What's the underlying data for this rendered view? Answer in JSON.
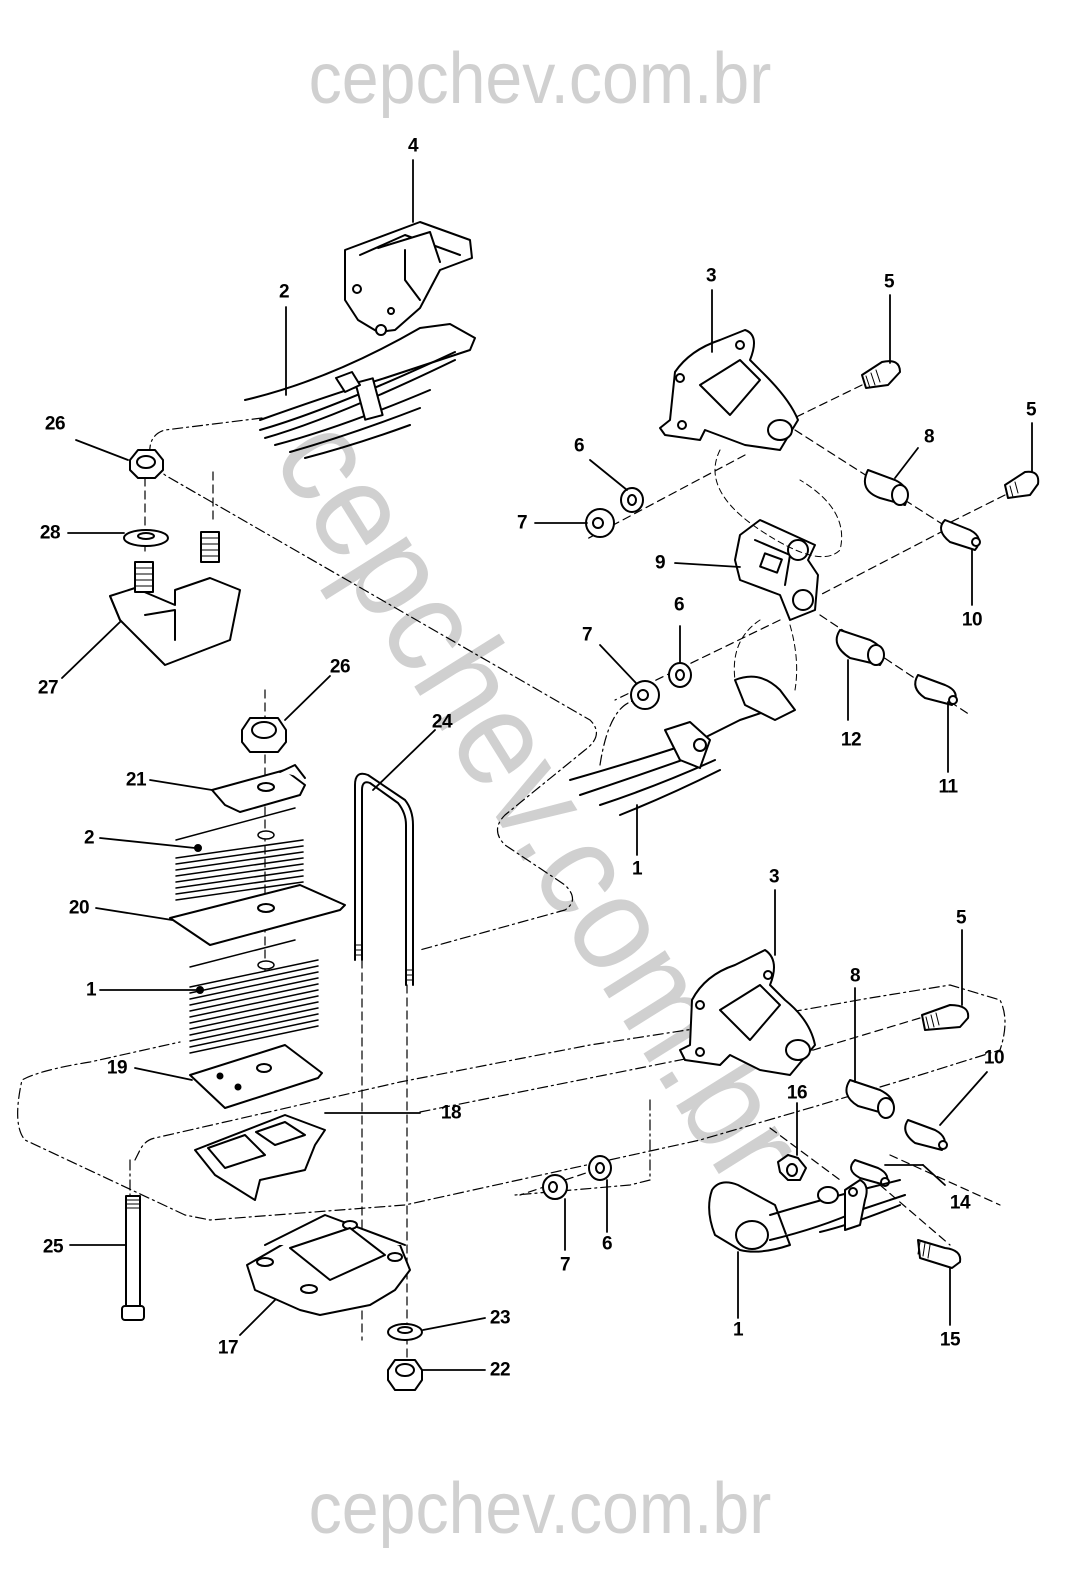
{
  "watermark": {
    "top": "cepchev.com.br",
    "bottom": "cepchev.com.br",
    "diagonal": "cepchev.com.br"
  },
  "diagram": {
    "title": "Rear leaf spring suspension exploded view",
    "colors": {
      "line": "#000000",
      "watermark": "#d0d0d0",
      "background": "#ffffff"
    },
    "callouts": [
      {
        "id": "c4",
        "label": "4"
      },
      {
        "id": "c2a",
        "label": "2"
      },
      {
        "id": "c26a",
        "label": "26"
      },
      {
        "id": "c28",
        "label": "28"
      },
      {
        "id": "c27",
        "label": "27"
      },
      {
        "id": "c26b",
        "label": "26"
      },
      {
        "id": "c24",
        "label": "24"
      },
      {
        "id": "c21",
        "label": "21"
      },
      {
        "id": "c2b",
        "label": "2"
      },
      {
        "id": "c20",
        "label": "20"
      },
      {
        "id": "c1a",
        "label": "1"
      },
      {
        "id": "c19",
        "label": "19"
      },
      {
        "id": "c18",
        "label": "18"
      },
      {
        "id": "c25",
        "label": "25"
      },
      {
        "id": "c17",
        "label": "17"
      },
      {
        "id": "c23",
        "label": "23"
      },
      {
        "id": "c22",
        "label": "22"
      },
      {
        "id": "c3a",
        "label": "3"
      },
      {
        "id": "c5a",
        "label": "5"
      },
      {
        "id": "c5b",
        "label": "5"
      },
      {
        "id": "c8a",
        "label": "8"
      },
      {
        "id": "c6a",
        "label": "6"
      },
      {
        "id": "c7a",
        "label": "7"
      },
      {
        "id": "c9",
        "label": "9"
      },
      {
        "id": "c10a",
        "label": "10"
      },
      {
        "id": "c6b",
        "label": "6"
      },
      {
        "id": "c7b",
        "label": "7"
      },
      {
        "id": "c12",
        "label": "12"
      },
      {
        "id": "c11",
        "label": "11"
      },
      {
        "id": "c1b",
        "label": "1"
      },
      {
        "id": "c3b",
        "label": "3"
      },
      {
        "id": "c5c",
        "label": "5"
      },
      {
        "id": "c8b",
        "label": "8"
      },
      {
        "id": "c10b",
        "label": "10"
      },
      {
        "id": "c16",
        "label": "16"
      },
      {
        "id": "c14",
        "label": "14"
      },
      {
        "id": "c7c",
        "label": "7"
      },
      {
        "id": "c6c",
        "label": "6"
      },
      {
        "id": "c1c",
        "label": "1"
      },
      {
        "id": "c15",
        "label": "15"
      }
    ]
  }
}
